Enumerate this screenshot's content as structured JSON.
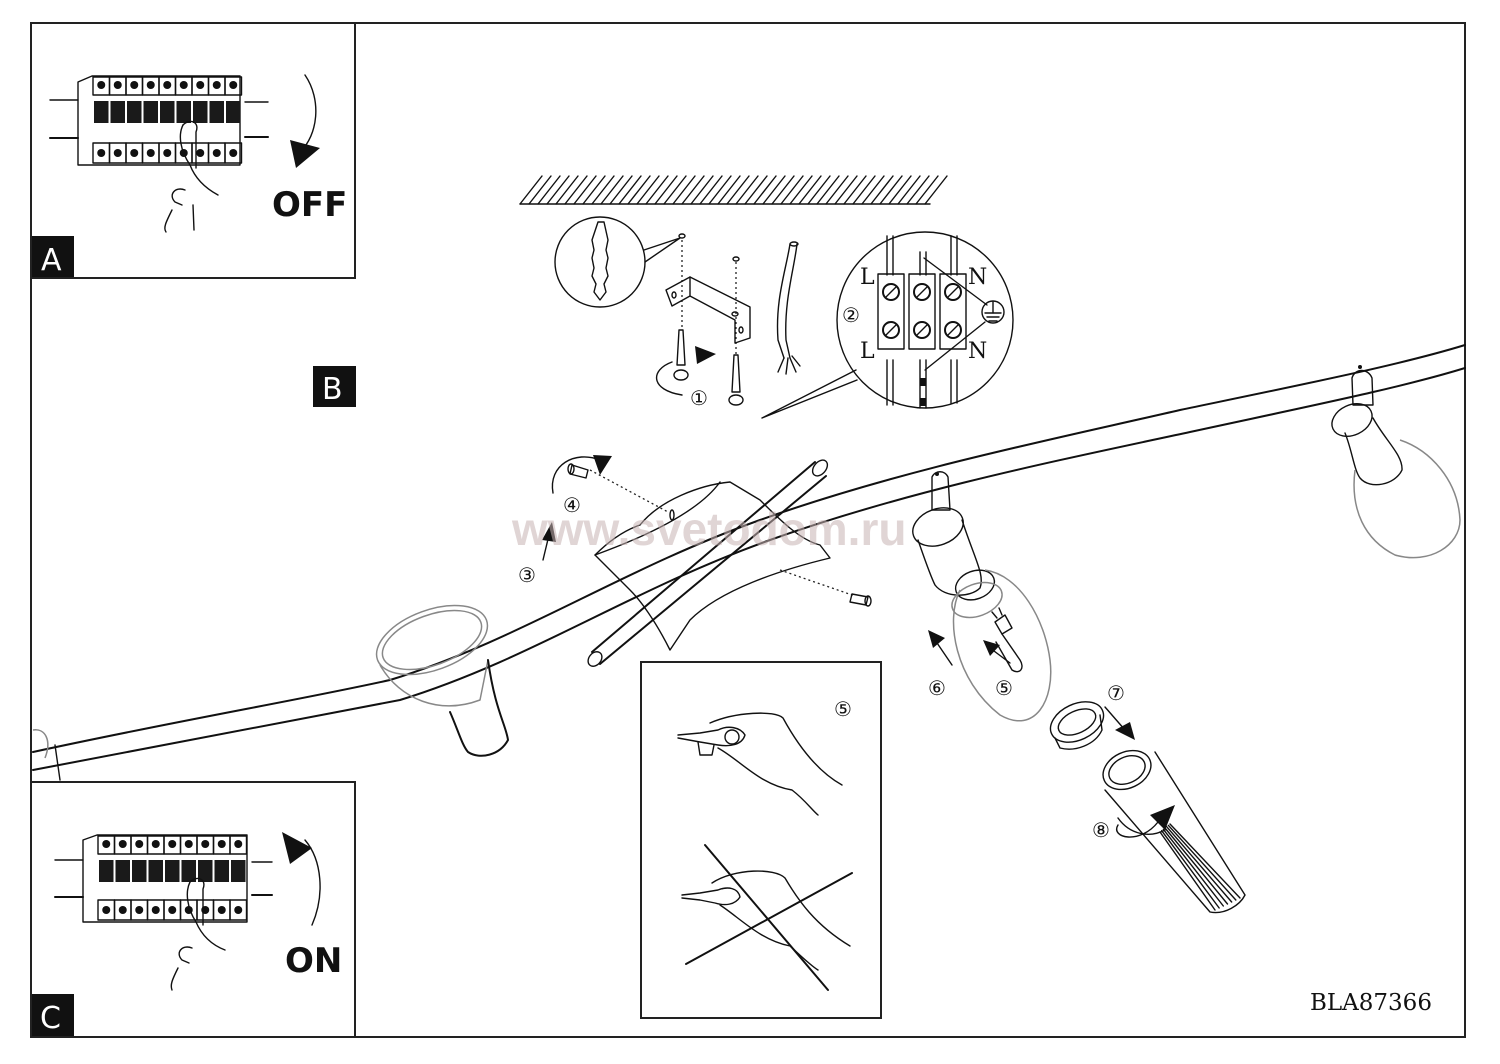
{
  "document": {
    "type": "installation-instructions",
    "model_code": "BLA87366",
    "watermark": "www.svetodom.ru"
  },
  "panels": {
    "A": {
      "badge": "A",
      "state_label": "OFF",
      "action": "switch-breaker-off"
    },
    "B": {
      "badge": "B"
    },
    "C": {
      "badge": "C",
      "state_label": "ON",
      "action": "switch-breaker-on"
    }
  },
  "wiring": {
    "step": "②",
    "terminal_labels_top": [
      "L",
      "N"
    ],
    "terminal_labels_bottom": [
      "L",
      "N"
    ],
    "ground_symbol": "earth-ground-icon"
  },
  "steps": [
    {
      "number": "①",
      "description": "mount-bracket-with-screws-and-plugs"
    },
    {
      "number": "②",
      "description": "connect-wires-to-terminal-block"
    },
    {
      "number": "③",
      "description": "lift-canopy-into-place"
    },
    {
      "number": "④",
      "description": "fasten-side-screws"
    },
    {
      "number": "⑤",
      "description": "insert-bulb-do-not-touch-with-bare-fingers"
    },
    {
      "number": "⑥",
      "description": "push-bulb-into-socket"
    },
    {
      "number": "⑦",
      "description": "attach-ring"
    },
    {
      "number": "⑧",
      "description": "screw-on-shade"
    }
  ],
  "bulb_handling_inset": {
    "step": "⑤",
    "correct": "hold-bulb-with-cloth",
    "incorrect": "hold-bulb-with-bare-fingers"
  }
}
